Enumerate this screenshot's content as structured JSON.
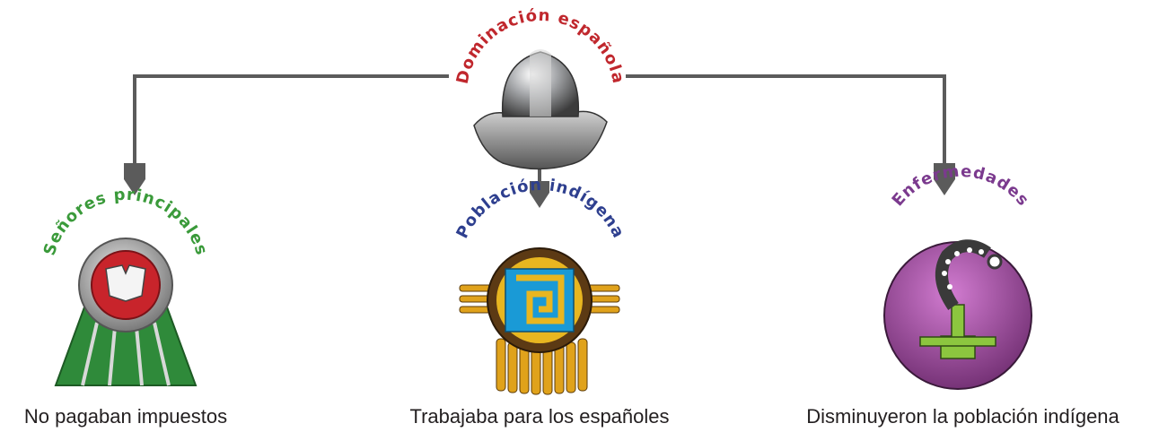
{
  "root": {
    "title": "Dominación española",
    "title_color": "#c0272d",
    "icon": "conquistador-helmet-icon"
  },
  "nodes": [
    {
      "title": "Señores principales",
      "title_color": "#3a9a3a",
      "icon": "shield-medal-icon",
      "caption": "No pagaban impuestos"
    },
    {
      "title": "Población indígena",
      "title_color": "#2e3f8f",
      "icon": "aztec-shield-icon",
      "caption": "Trabajaba para los españoles"
    },
    {
      "title": "Enfermedades",
      "title_color": "#7b3a8e",
      "icon": "disease-cross-icon",
      "caption": "Disminuyeron la población indígena"
    }
  ],
  "colors": {
    "connector": "#5b5b5b",
    "helmet": "#a6a8ab",
    "medal_green": "#2f8a3a",
    "shield_red": "#c8242b",
    "aztec_gold": "#e0a21b",
    "aztec_blue": "#1a9ad6",
    "disease_purple": "#a94ea8",
    "disease_green": "#8cc63f"
  }
}
